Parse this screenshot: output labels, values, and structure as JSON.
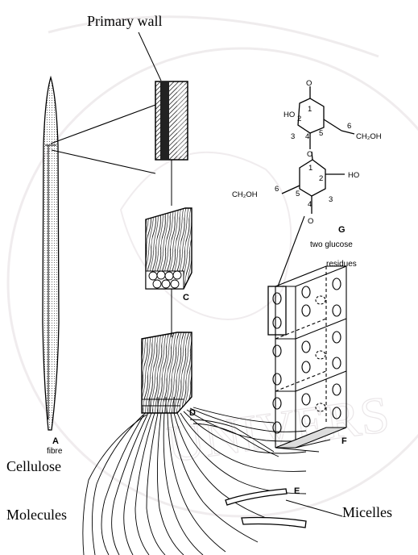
{
  "labels": {
    "primary_wall": "Primary wall",
    "cellulose": "Cellulose",
    "molecules": "Molecules",
    "micelles": "Micelles"
  },
  "panel_letters": {
    "a": "A",
    "c": "C",
    "d": "D",
    "e": "E",
    "f": "F",
    "g": "G"
  },
  "captions": {
    "fibre": "fibre",
    "two_glucose": "two glucose",
    "residues": "residues"
  },
  "chemistry": {
    "o_top": "O",
    "o_mid": "O",
    "o_bottom": "O",
    "ho_upper": "HO",
    "ho_lower": "HO",
    "ch2oh_upper": "CH₂OH",
    "ch2oh_lower": "CH₂OH",
    "n1a": "1",
    "n2a": "2",
    "n3a": "3",
    "n4a": "4",
    "n5a": "5",
    "n6a": "6",
    "n1b": "1",
    "n2b": "2",
    "n3b": "3",
    "n4b": "4",
    "n5b": "5",
    "n6b": "6"
  },
  "watermark": {
    "text": "UNIVERS"
  }
}
